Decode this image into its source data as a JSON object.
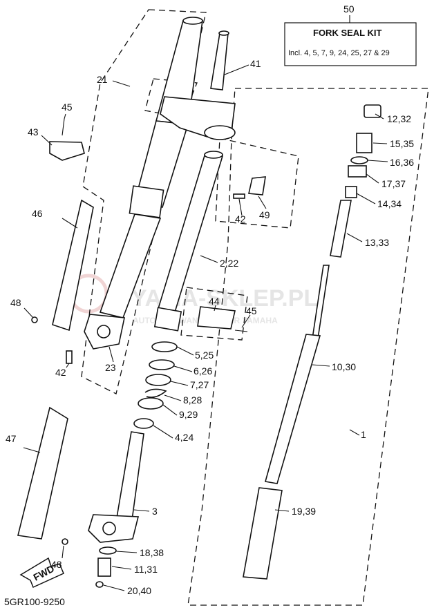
{
  "kit_box": {
    "number": "50",
    "title": "FORK SEAL KIT",
    "includes": "Incl. 4, 5, 7, 9, 24, 25, 27 & 29"
  },
  "watermark": {
    "main": "YAMA-SKLEP.PL",
    "sub": "AUTORYZOWANY DEALER YAMAHA"
  },
  "diagram_code": "5GR100-9250",
  "fwd_label": "FWD",
  "labels": {
    "l1": "1",
    "l2": "2,22",
    "l3": "3",
    "l4": "4,24",
    "l5": "5,25",
    "l6": "6,26",
    "l7": "7,27",
    "l8": "8,28",
    "l9": "9,29",
    "l10": "10,30",
    "l11": "11,31",
    "l12": "12,32",
    "l13": "13,33",
    "l14": "14,34",
    "l15": "15,35",
    "l16": "16,36",
    "l17": "17,37",
    "l18": "18,38",
    "l19": "19,39",
    "l20": "20,40",
    "l21": "21",
    "l23": "23",
    "l41": "41",
    "l42a": "42",
    "l42b": "42",
    "l43": "43",
    "l44": "44",
    "l45a": "45",
    "l45b": "45",
    "l46": "46",
    "l47": "47",
    "l48a": "48",
    "l48b": "48",
    "l49": "49"
  },
  "colors": {
    "line": "#111111",
    "background": "#ffffff",
    "watermark": "#e5e5e5"
  }
}
